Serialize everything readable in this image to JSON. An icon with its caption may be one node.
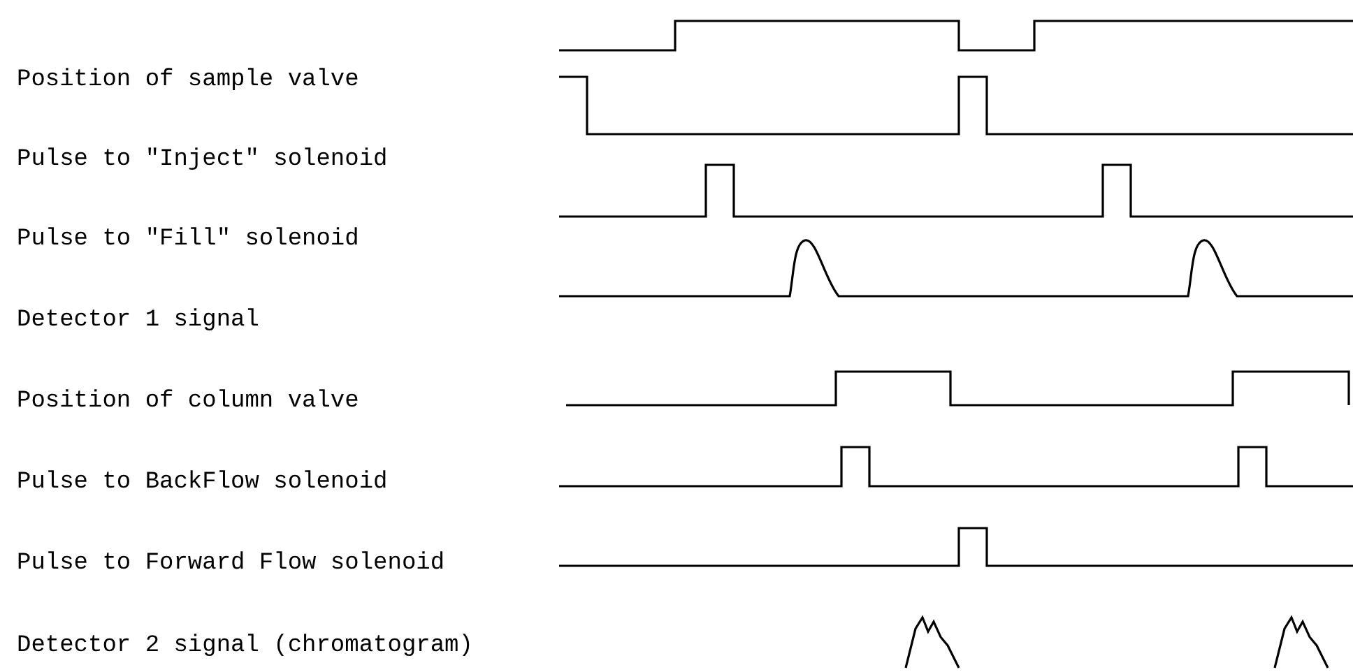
{
  "diagram": {
    "labels": [
      "Position of sample valve",
      "Pulse to \"Inject\" solenoid",
      "Pulse to \"Fill\" solenoid",
      "Detector 1 signal",
      "Position of column valve",
      "Pulse to BackFlow solenoid",
      "Pulse to Forward Flow solenoid",
      "Detector 2 signal (chromatogram)"
    ]
  }
}
